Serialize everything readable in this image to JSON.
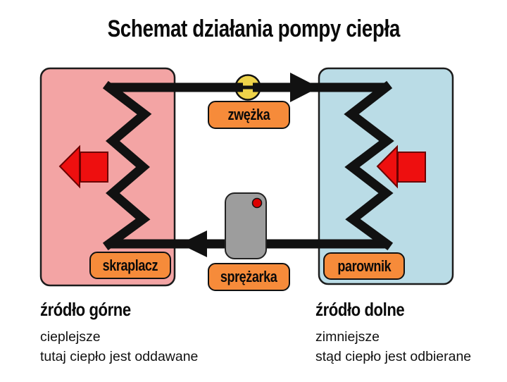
{
  "title": "Schemat działania pompy ciepła",
  "labels": {
    "constriction": "zwężka",
    "condenser": "skraplacz",
    "compressor": "sprężarka",
    "evaporator": "parownik"
  },
  "upper_source": {
    "heading": "źródło górne",
    "line1": "cieplejsze",
    "line2": "tutaj ciepło jest oddawane"
  },
  "lower_source": {
    "heading": "źródło dolne",
    "line1": "zimniejsze",
    "line2": "stąd ciepło jest odbierane"
  },
  "colors": {
    "hot-fill": "#f3a4a4",
    "cold-fill": "#badce6",
    "label-fill": "#f68b3a",
    "valve-fill": "#eed34a",
    "compressor-fill": "#9d9d9d",
    "arrow-red": "#ee0f0f",
    "arrow-red-stroke": "#6b0000",
    "dot-red": "#dd0000",
    "pipe-black": "#111111",
    "outline": "#1c1c1c"
  }
}
